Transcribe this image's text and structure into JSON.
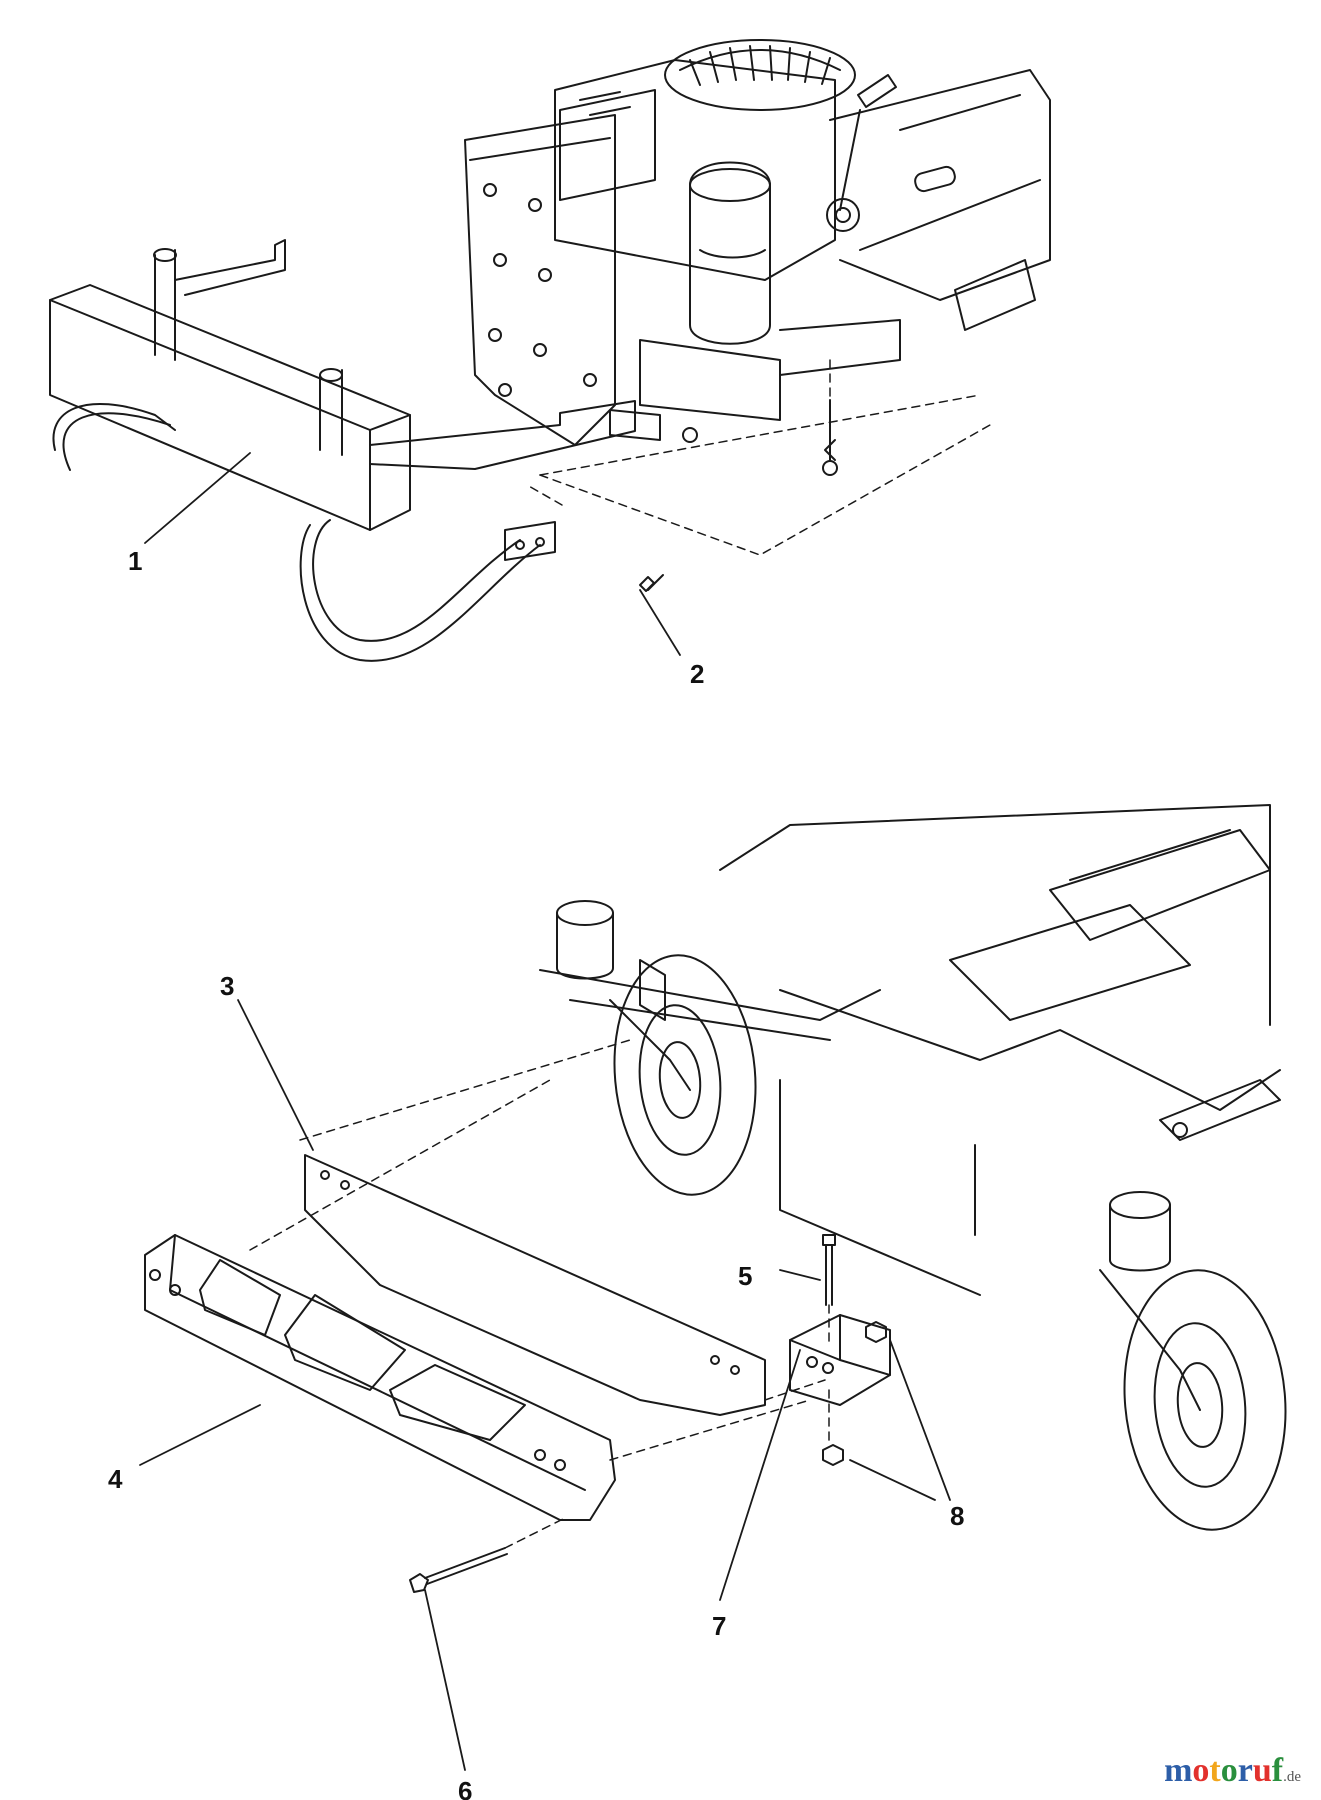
{
  "callouts": [
    "1",
    "2",
    "3",
    "4",
    "5",
    "6",
    "7",
    "8"
  ],
  "watermark": {
    "letters": [
      "m",
      "o",
      "t",
      "o",
      "r",
      "u",
      "f"
    ],
    "letter_colors": [
      "#2d5ea8",
      "#e2312d",
      "#f2a61c",
      "#2a8f3d",
      "#2d5ea8",
      "#e2312d",
      "#2a8f3d"
    ],
    "tld": ".de"
  },
  "colors": {
    "line": "#1a1a1a",
    "paper": "#ffffff"
  }
}
